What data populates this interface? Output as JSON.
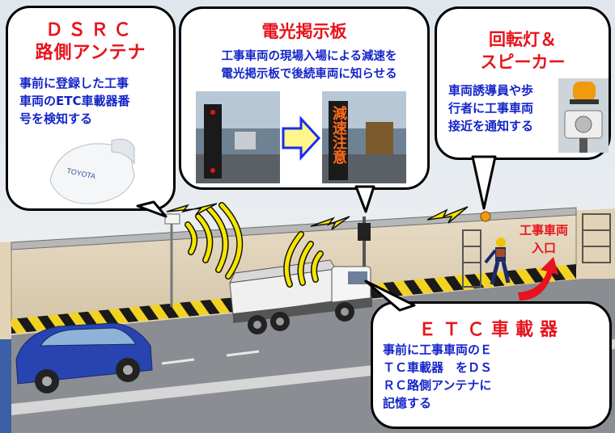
{
  "callouts": {
    "dsrc": {
      "title_line1": "ＤＳＲＣ",
      "title_line2": "路側アンテナ",
      "description": [
        "事前に登録した工事",
        "車両のETC車載器番",
        "号を検知する"
      ],
      "device_text": "TOYOTA"
    },
    "message_board": {
      "title": "電光掲示板",
      "description": [
        "工事車両の現場入場による減速を",
        "電光掲示板で後続車両に知らせる"
      ],
      "sign_text": "減速注意"
    },
    "rotating_light": {
      "title_line1": "回転灯＆",
      "title_line2": "スピーカー",
      "description": [
        "車両誘導員や歩",
        "行者に工事車両",
        "接近を通知する"
      ]
    },
    "etc_unit": {
      "title": "ＥＴＣ車載器",
      "description": [
        "事前に工事車両のＥ",
        "ＴＣ車載器　をＤＳ",
        "ＲＣ路側アンテナに",
        "記憶する"
      ]
    }
  },
  "scene": {
    "entrance_label": [
      "工事車両",
      "入口"
    ]
  },
  "colors": {
    "title_red": "#e8131c",
    "text_blue": "#1424c9",
    "signal_yellow": "#f6e500",
    "arrow_red": "#e8131c",
    "arrow_blue_outline": "#1a2cf0",
    "arrow_yellow_fill": "#fff58a"
  }
}
